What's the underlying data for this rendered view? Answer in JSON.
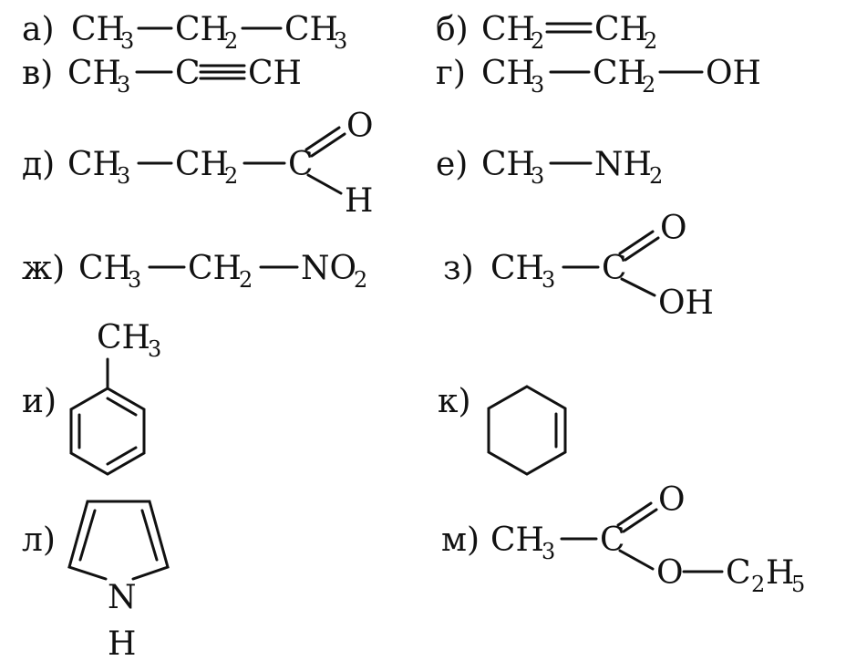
{
  "items": {
    "a": {
      "label": "а)",
      "t1": "CH",
      "s1": "3",
      "t2": "CH",
      "s2": "2",
      "t3": "CH",
      "s3": "3"
    },
    "b": {
      "label": "б)",
      "t1": "CH",
      "s1": "2",
      "t2": "CH",
      "s2": "2"
    },
    "v": {
      "label": "в)",
      "t1": "CH",
      "s1": "3",
      "t2": "C",
      "t3": "CH"
    },
    "g": {
      "label": "г)",
      "t1": "CH",
      "s1": "3",
      "t2": "CH",
      "s2": "2",
      "t3": "OH"
    },
    "d": {
      "label": "д)",
      "t1": "CH",
      "s1": "3",
      "t2": "CH",
      "s2": "2",
      "t3": "C",
      "o": "O",
      "h": "H"
    },
    "e": {
      "label": "е)",
      "t1": "CH",
      "s1": "3",
      "t2": "NH",
      "s2": "2"
    },
    "zh": {
      "label": "ж)",
      "t1": "CH",
      "s1": "3",
      "t2": "CH",
      "s2": "2",
      "t3": "NO",
      "s3": "2"
    },
    "z": {
      "label": "з)",
      "t1": "CH",
      "s1": "3",
      "t2": "C",
      "o": "O",
      "oh": "OH"
    },
    "i": {
      "label": "и)",
      "t1": "CH",
      "s1": "3"
    },
    "k": {
      "label": "к)"
    },
    "l": {
      "label": "л)",
      "n": "N",
      "h": "H"
    },
    "m": {
      "label": "м)",
      "t1": "CH",
      "s1": "3",
      "t2": "C",
      "o": "O",
      "o2": "O",
      "t3": "C",
      "s3": "2",
      "t4": "H",
      "s4": "5"
    }
  }
}
